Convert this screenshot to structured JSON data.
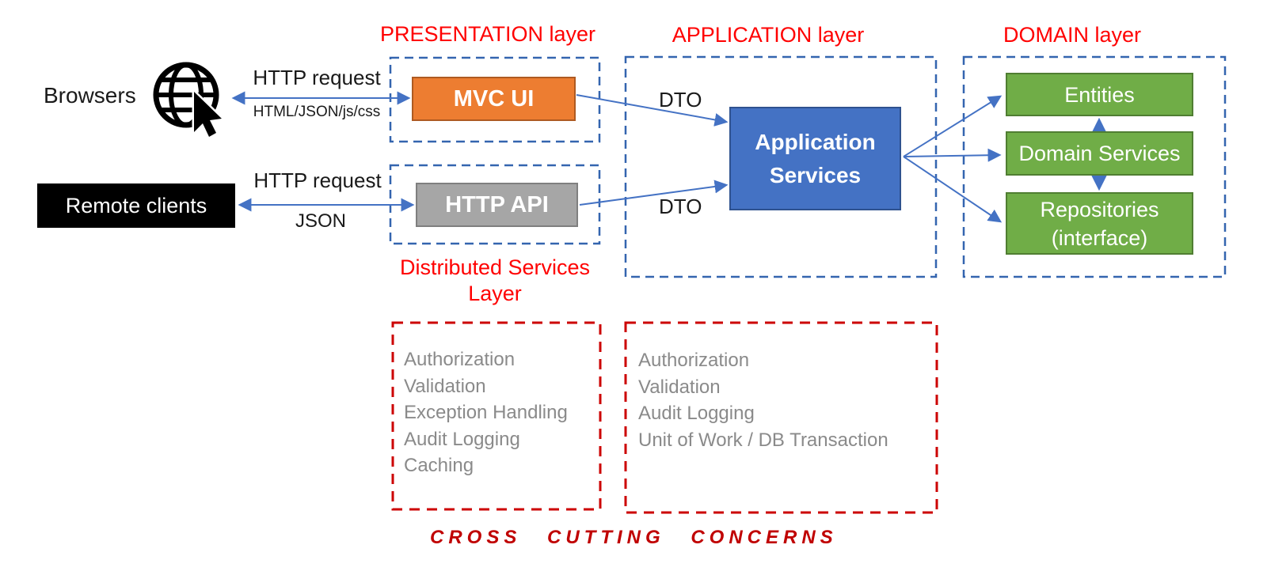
{
  "layers": {
    "presentation": "PRESENTATION layer",
    "application": "APPLICATION layer",
    "domain": "DOMAIN layer",
    "distributed_services": "Distributed Services Layer",
    "cross_cutting": "CROSS CUTTING CONCERNS"
  },
  "actors": {
    "browsers": "Browsers",
    "remote_clients": "Remote clients"
  },
  "connections": {
    "http_request_top": "HTTP request",
    "http_payload_top": "HTML/JSON/js/css",
    "http_request_bottom": "HTTP request",
    "http_payload_bottom": "JSON",
    "dto_top": "DTO",
    "dto_bottom": "DTO"
  },
  "components": {
    "mvc_ui": "MVC UI",
    "http_api": "HTTP API",
    "application_services": "Application Services",
    "entities": "Entities",
    "domain_services": "Domain Services",
    "repositories": "Repositories (interface)"
  },
  "concerns": {
    "distributed_layer_items": [
      "Authorization",
      "Validation",
      "Exception Handling",
      "Audit Logging",
      "Caching"
    ],
    "application_layer_items": [
      "Authorization",
      "Validation",
      "Audit Logging",
      "Unit of Work / DB Transaction"
    ]
  },
  "colors": {
    "accent_orange": "#ED7D31",
    "accent_gray": "#A6A6A6",
    "accent_blue": "#4472C4",
    "accent_green": "#70AD47",
    "layer_label_red": "#FF0000",
    "cross_cutting_red": "#C00000",
    "dashed_blue": "#3465AF",
    "concern_text_gray": "#8A8A8A"
  },
  "icons": {
    "globe": "globe-cursor-icon"
  }
}
